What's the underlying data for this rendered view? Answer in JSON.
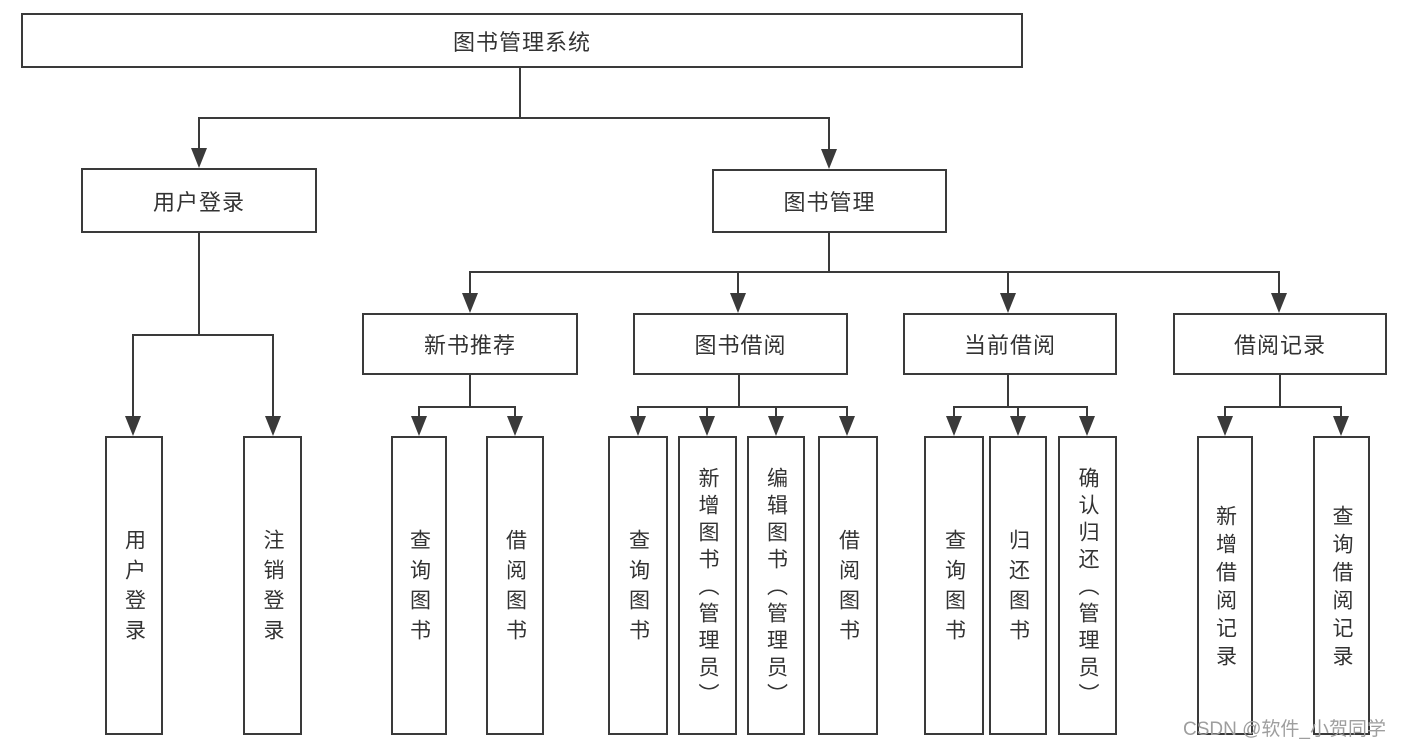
{
  "diagram": {
    "root": {
      "label": "图书管理系统"
    },
    "level2": {
      "user_login": {
        "label": "用户登录"
      },
      "book_management": {
        "label": "图书管理"
      }
    },
    "level3": {
      "new_book_recommend": {
        "label": "新书推荐"
      },
      "book_borrow": {
        "label": "图书借阅"
      },
      "current_borrow": {
        "label": "当前借阅"
      },
      "borrow_records": {
        "label": "借阅记录"
      }
    },
    "leaves": {
      "user_login": {
        "label": "用户登录"
      },
      "logout": {
        "label": "注销登录"
      },
      "query_books_recommend": {
        "label": "查询图书"
      },
      "borrow_books_recommend": {
        "label": "借阅图书"
      },
      "query_books_borrow": {
        "label": "查询图书"
      },
      "add_books_admin": {
        "label": "新增图书（管理员）"
      },
      "edit_books_admin": {
        "label": "编辑图书（管理员）"
      },
      "borrow_books_borrow": {
        "label": "借阅图书"
      },
      "query_books_current": {
        "label": "查询图书"
      },
      "return_books": {
        "label": "归还图书"
      },
      "confirm_return_admin": {
        "label": "确认归还（管理员）"
      },
      "add_borrow_record": {
        "label": "新增借阅记录"
      },
      "query_borrow_record": {
        "label": "查询借阅记录"
      }
    }
  },
  "watermark": {
    "text": "CSDN @软件_小贺同学"
  },
  "colors": {
    "line": "#3a3a3a",
    "text": "#333333",
    "watermark": "#9e9e9e",
    "background": "#ffffff"
  }
}
